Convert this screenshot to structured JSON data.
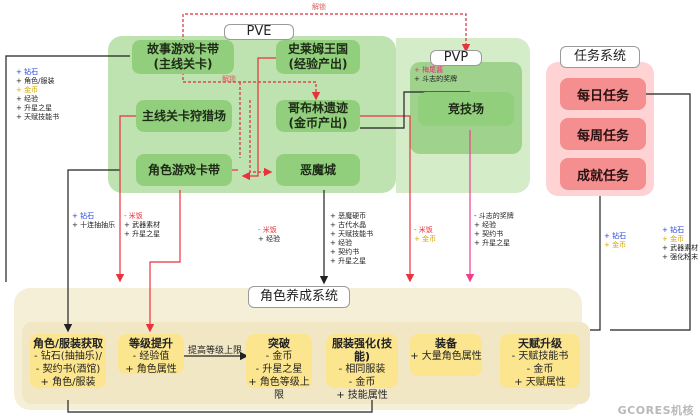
{
  "pve_label": "PVE",
  "pvp_label": "PVP",
  "task_label": "任务系统",
  "role_label": "角色养成系统",
  "unlock_label": "解锁",
  "unlock_label2": "解锁",
  "pve_nodes": {
    "story_line1": "故事游戏卡带",
    "story_line2": "(主线关卡)",
    "slime_line1": "史莱姆王国",
    "slime_line2": "(经验产出)",
    "hunt": "主线关卡狩猎场",
    "goblin_line1": "哥布林遗迹",
    "goblin_line2": "(金币产出)",
    "role_cart": "角色游戏卡带",
    "demon": "恶魔城"
  },
  "pvp_nodes": {
    "reward_line1": "+ 梅尾酱",
    "reward_line2": "+ 斗志的奖牌",
    "arena": "竞技场"
  },
  "task_nodes": {
    "daily": "每日任务",
    "weekly": "每周任务",
    "achieve": "成就任务"
  },
  "left_note": [
    "+ 钻石",
    "+ 角色/服装",
    "+ 金币",
    "+ 经验",
    "+ 升星之星",
    "+ 天赋技能书"
  ],
  "gacha_note": [
    "+ 钻石",
    "+ 十连抽抽乐"
  ],
  "hunt_note": [
    "- 米饭",
    "+ 武器素材",
    "+ 升星之星"
  ],
  "rolecart_note": [
    "- 米饭",
    "+ 经验"
  ],
  "demon_note": [
    "+ 恶魔硬币",
    "+ 古代水晶",
    "+ 天赋技能书",
    "+ 经验",
    "+ 契约书",
    "+ 升星之星"
  ],
  "goblin_note": [
    "- 米饭",
    "+ 金币"
  ],
  "arena_note": [
    "- 斗志的奖牌",
    "+ 经验",
    "+ 契约书",
    "+ 升星之星"
  ],
  "task_note": [
    "+ 钻石",
    "+ 金币"
  ],
  "task_right_note": [
    "+ 钻石",
    "+ 金币",
    "+ 武器素材",
    "+ 强化粉末"
  ],
  "role_boxes": [
    {
      "title": "角色/服装获取",
      "lines": [
        "- 钻石(抽抽乐)/",
        "- 契约书(酒馆)",
        "+ 角色/服装"
      ]
    },
    {
      "title": "等级提升",
      "lines": [
        "- 经验值",
        "+ 角色属性"
      ]
    },
    {
      "title": "突破",
      "lines": [
        "- 金币",
        "- 升星之星",
        "+ 角色等级上限"
      ]
    },
    {
      "title": "服装强化(技能)",
      "lines": [
        "- 相同服装",
        "- 金币",
        "+ 技能属性"
      ]
    },
    {
      "title": "装备",
      "lines": [
        "+ 大量角色属性"
      ]
    },
    {
      "title": "天赋升级",
      "lines": [
        "- 天赋技能书",
        "- 金币",
        "+ 天赋属性"
      ]
    }
  ],
  "level_cap_label": "提高等级上限",
  "watermark": "GCORES机核"
}
